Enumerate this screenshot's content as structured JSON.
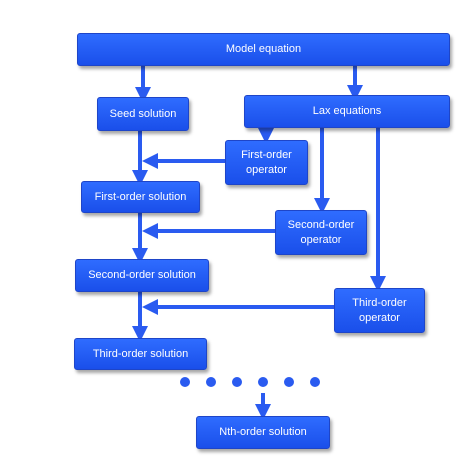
{
  "nodes": {
    "model_equation": "Model equation",
    "seed_solution": "Seed solution",
    "lax_equations": "Lax equations",
    "first_order_operator": "First-order\noperator",
    "first_order_solution": "First-order solution",
    "second_order_operator": "Second-order\noperator",
    "second_order_solution": "Second-order solution",
    "third_order_operator": "Third-order\noperator",
    "third_order_solution": "Third-order solution",
    "nth_order_solution": "Nth-order solution"
  },
  "colors": {
    "box_fill": "#2a62f5",
    "arrow": "#2a5bf0"
  }
}
